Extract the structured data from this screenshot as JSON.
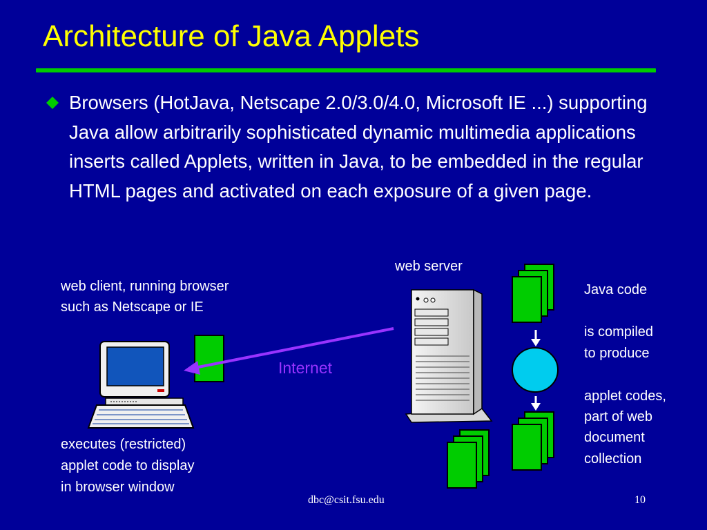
{
  "title": "Architecture of Java Applets",
  "bullet": "Browsers (HotJava, Netscape 2.0/3.0/4.0, Microsoft IE ...) supporting Java allow arbitrarily sophisticated dynamic multimedia applications inserts called Applets, written in Java, to be embedded in the regular HTML pages and activated on each exposure of a given page.",
  "diagram": {
    "client_label_line1": "web client, running browser",
    "client_label_line2": "such as Netscape or IE",
    "client_exec_line1": "executes (restricted)",
    "client_exec_line2": "applet code to display",
    "client_exec_line3": "in browser window",
    "server_label": "web server",
    "internet_label": "Internet",
    "java_code_label": "Java code",
    "compiled_line1": "is compiled",
    "compiled_line2": "to produce",
    "applet_line1": "applet codes,",
    "applet_line2": "part of web",
    "applet_line3": "document",
    "applet_line4": "collection"
  },
  "footer": {
    "email": "dbc@csit.fsu.edu",
    "page_number": "10"
  },
  "colors": {
    "background": "#000099",
    "title": "#ffff00",
    "rule": "#00cc00",
    "doc_green": "#00cc00",
    "circle_cyan": "#00ccee",
    "arrow_purple": "#9933ff"
  }
}
